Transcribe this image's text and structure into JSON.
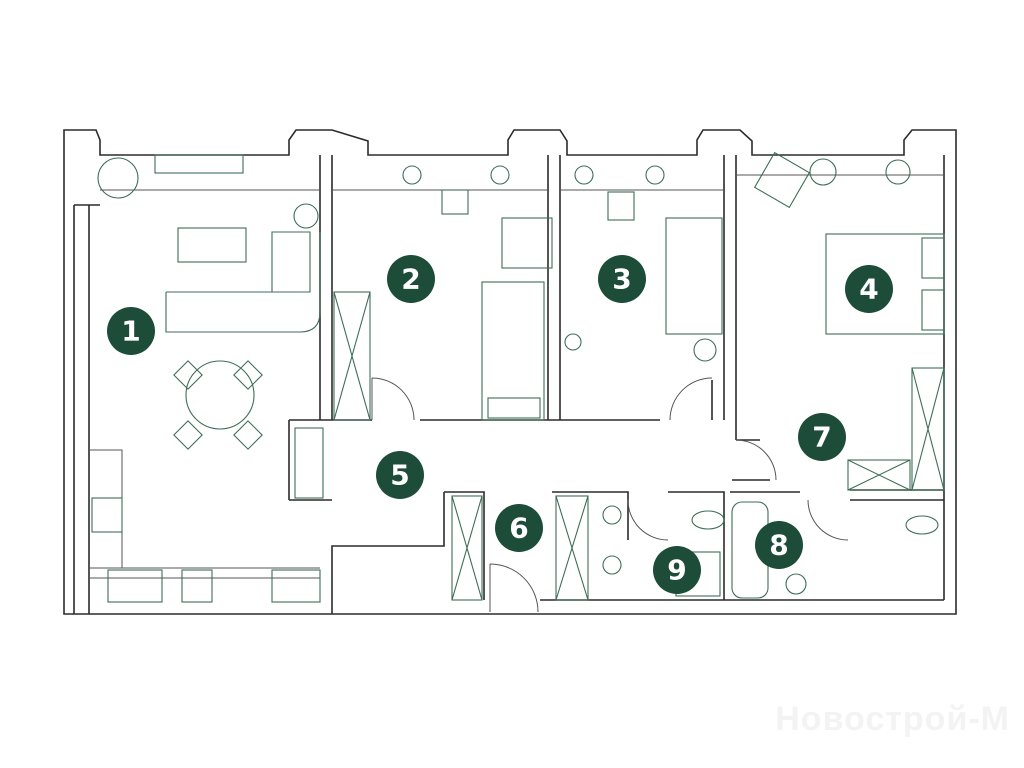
{
  "plan": {
    "rooms": [
      {
        "number": "1"
      },
      {
        "number": "2"
      },
      {
        "number": "3"
      },
      {
        "number": "4"
      },
      {
        "number": "5"
      },
      {
        "number": "6"
      },
      {
        "number": "7"
      },
      {
        "number": "8"
      },
      {
        "number": "9"
      }
    ],
    "marker_color": "#1d4d38"
  },
  "watermark": "Новострой-М"
}
